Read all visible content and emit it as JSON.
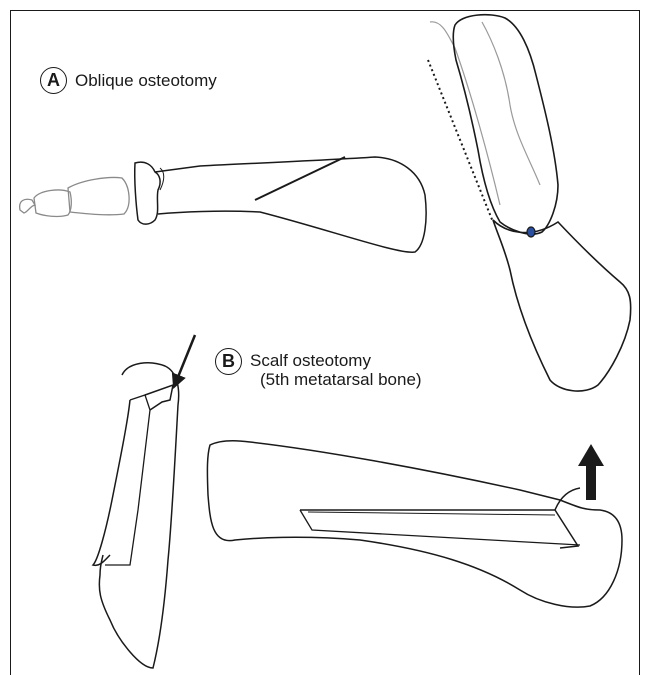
{
  "panel_a": {
    "badge": "A",
    "caption": "Oblique osteotomy"
  },
  "panel_b": {
    "badge": "B",
    "caption_line1": "Scalf osteotomy",
    "caption_line2": "(5th metatarsal bone)"
  },
  "colors": {
    "stroke": "#1a1a1a",
    "faint_stroke": "#9a9a9a",
    "screw_fill": "#2a4fa0"
  }
}
